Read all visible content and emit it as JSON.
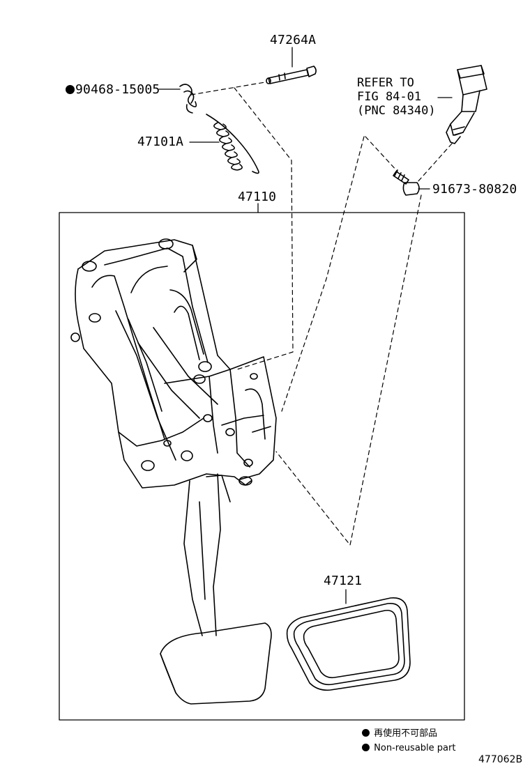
{
  "parts": {
    "pin": "47264A",
    "clip": "90468-15005",
    "spring": "47101A",
    "pedal_assembly": "47110",
    "bolt": "91673-80820",
    "pedal_pad": "47121"
  },
  "reference": {
    "line1": "REFER TO",
    "line2": "FIG 84-01",
    "line3": "(PNC 84340)"
  },
  "legend": {
    "japanese": "再使用不可部品",
    "english": "Non-reusable part"
  },
  "figure_id": "477062B"
}
